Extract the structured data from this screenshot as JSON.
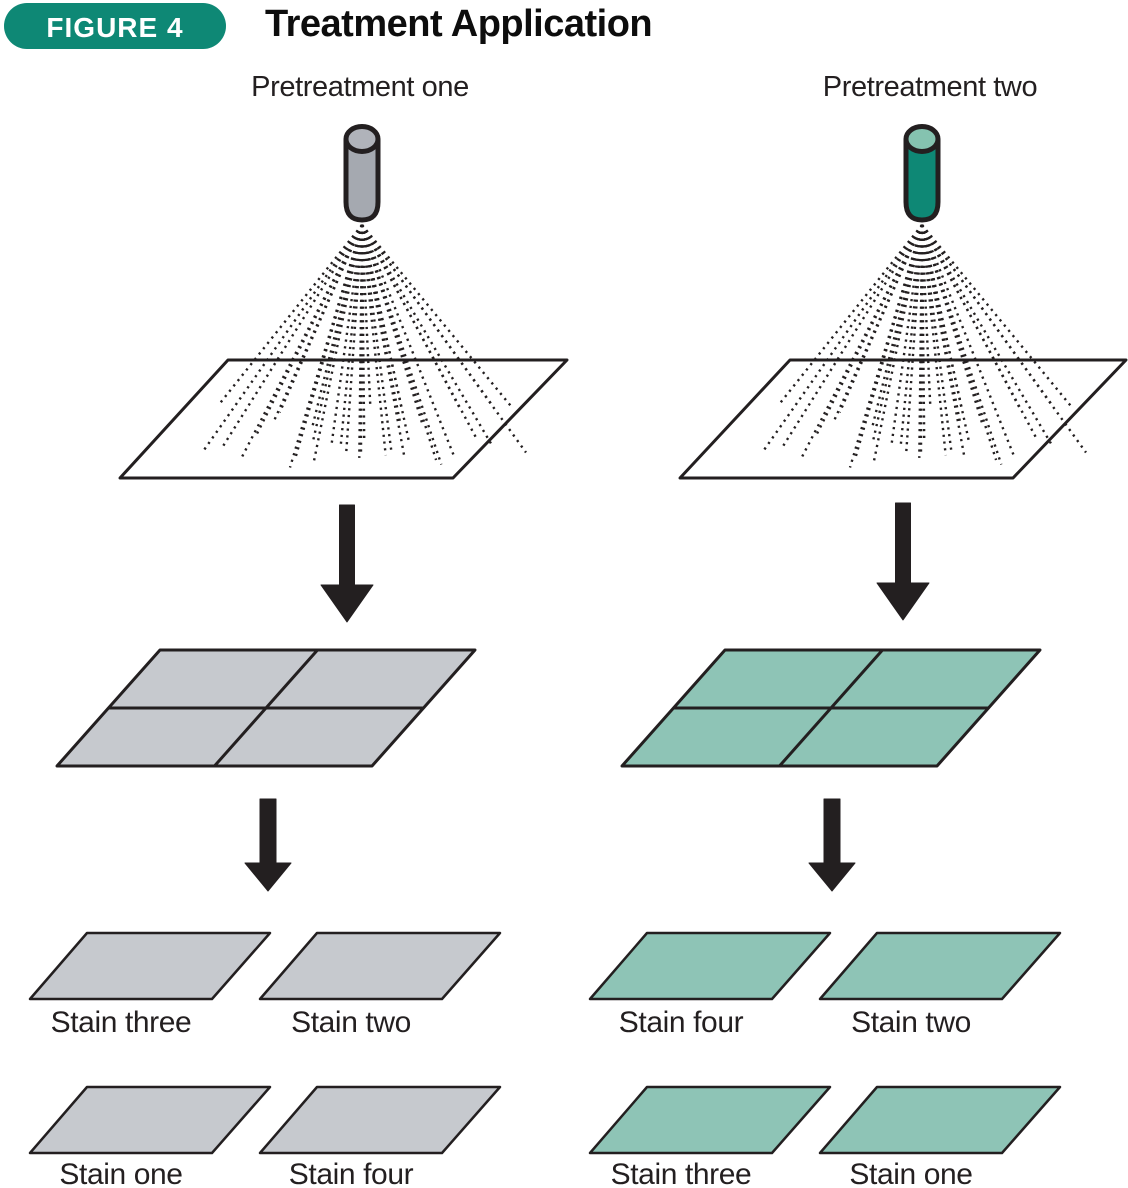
{
  "figure": {
    "badge_label": "FIGURE 4",
    "title": "Treatment Application"
  },
  "pretreatments": [
    {
      "label": "Pretreatment one",
      "stains_row1": [
        "Stain three",
        "Stain two"
      ],
      "stains_row2": [
        "Stain one",
        "Stain four"
      ]
    },
    {
      "label": "Pretreatment two",
      "stains_row1": [
        "Stain four",
        "Stain two"
      ],
      "stains_row2": [
        "Stain three",
        "Stain one"
      ]
    }
  ],
  "colors": {
    "accent_teal": "#0E8875",
    "badge_text": "#FFFFFF",
    "outline_black": "#231F20",
    "sheet_white": "#FFFFFF",
    "gray_panel": "#C6C9CE",
    "gray_can": "#A5A9B0",
    "gray_can_top": "#B0B3BA",
    "teal_panel": "#8EC4B6",
    "teal_can": "#0E8875",
    "teal_can_top": "#85C3B0"
  }
}
